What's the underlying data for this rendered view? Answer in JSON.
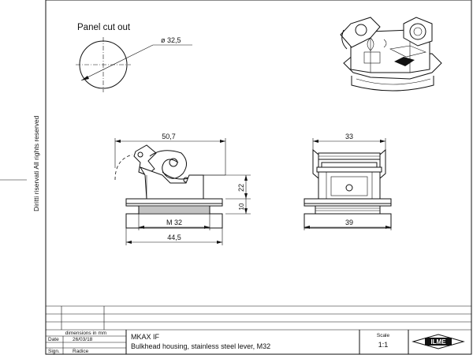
{
  "sheet": {
    "panel_title": "Panel cut out",
    "cutout_diameter": "ø 32,5",
    "side_margin_text": "Diritti riservati     All rights reserved"
  },
  "side_view": {
    "width_top": "50,7",
    "thread": "M 32",
    "width_bottom": "44,5",
    "height_upper": "22",
    "height_lower": "10"
  },
  "front_view": {
    "width_top": "33",
    "width_bottom": "39"
  },
  "title_block": {
    "units_note": "dimensions in mm",
    "date_label": "Date",
    "date_value": "26/03/18",
    "sign_label": "Sign.",
    "sign_value": "Radice",
    "product_code": "MKAX IF",
    "description": "Bulkhead housing, stainless steel lever, M32",
    "scale_label": "Scale",
    "scale_value": "1:1",
    "logo_text": "ILME"
  }
}
